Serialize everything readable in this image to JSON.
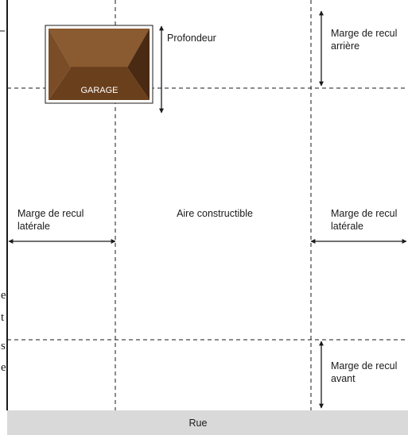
{
  "labels": {
    "profondeur": "Profondeur",
    "rear_setback_line1": "Marge de recul",
    "rear_setback_line2": "arrière",
    "left_side_line1": "Marge de recul",
    "left_side_line2": "latérale",
    "buildable_area": "Aire constructible",
    "right_side_line1": "Marge de recul",
    "right_side_line2": "latérale",
    "front_setback_line1": "Marge de recul",
    "front_setback_line2": "avant",
    "street": "Rue",
    "garage": "GARAGE"
  },
  "edge_fragments": [
    "e",
    "t",
    "s",
    "e"
  ],
  "colors": {
    "line": "#1a1a1a",
    "street_fill": "#d9d9d9",
    "roof_top": "#8a5a30",
    "roof_left": "#7a4d27",
    "roof_right": "#4a2a12",
    "roof_bottom": "#6a3f1c",
    "roof_ridge": "#5e3718"
  }
}
